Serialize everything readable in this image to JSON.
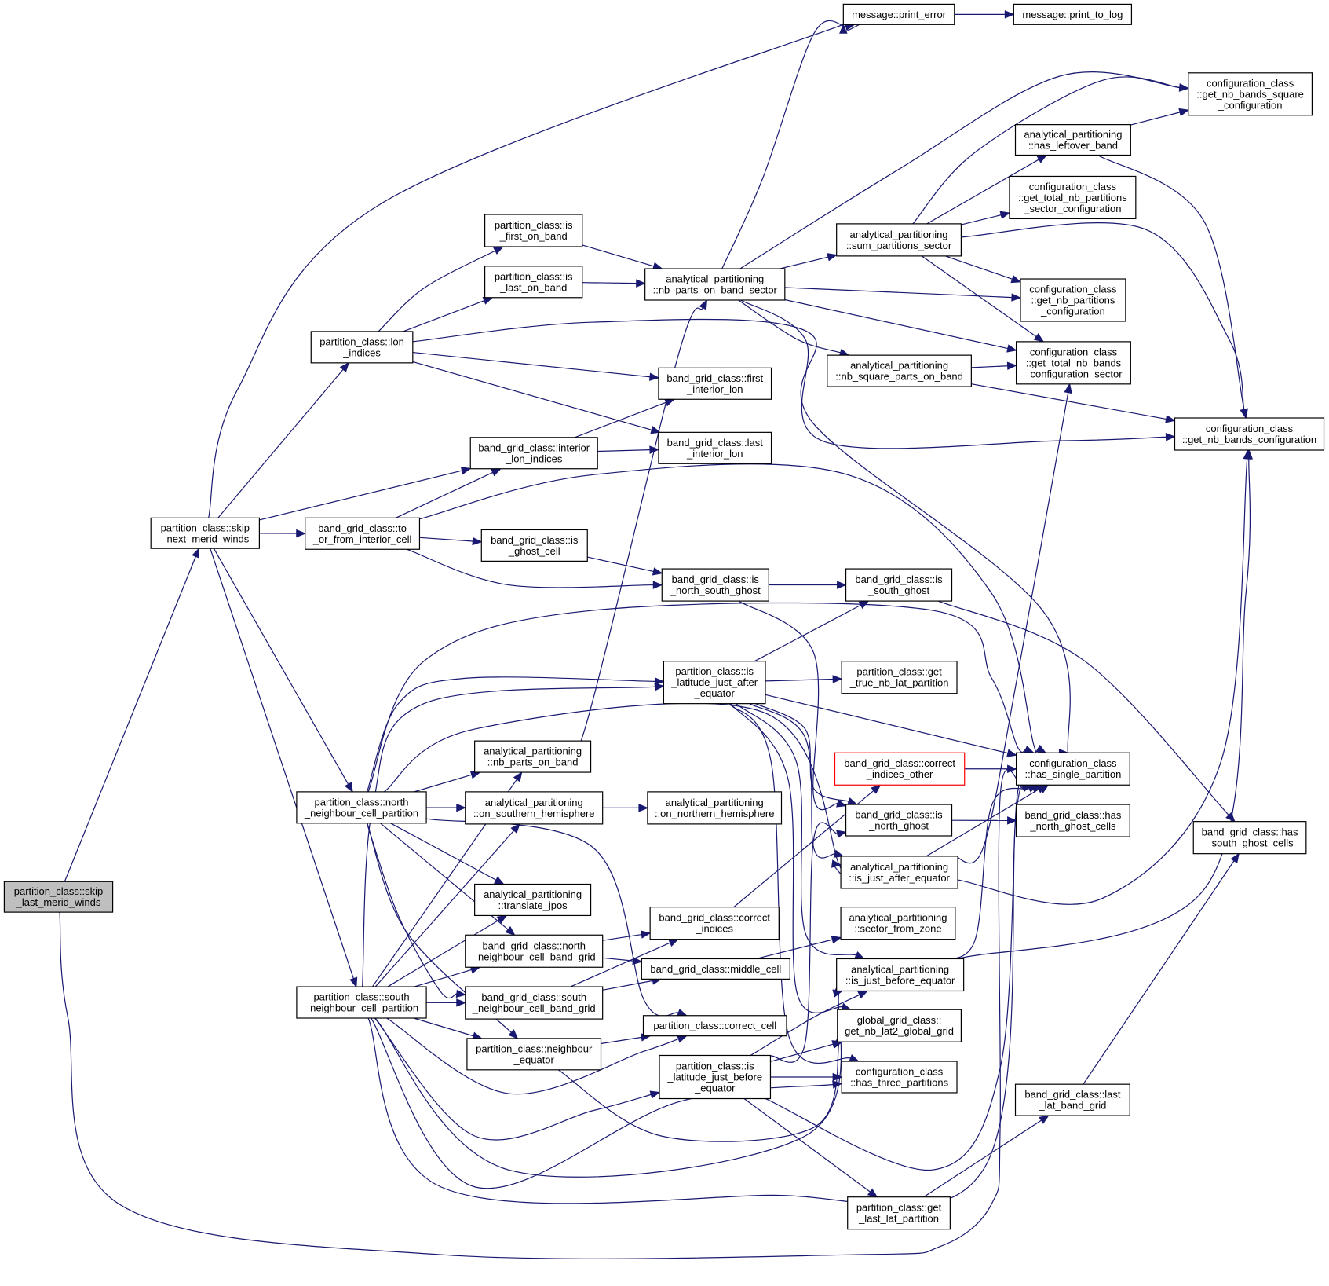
{
  "diagram": {
    "type": "call-graph",
    "edge_color": "#191970",
    "node_border_color": "#000000",
    "root_fill_color": "#bfbfbf",
    "highlight_border_color": "#ff0000",
    "nodes": [
      {
        "id": "skip_last",
        "lines": [
          "partition_class::skip",
          "_last_merid_winds"
        ],
        "style": "root"
      },
      {
        "id": "skip_next",
        "lines": [
          "partition_class::skip",
          "_next_merid_winds"
        ]
      },
      {
        "id": "lon_indices",
        "lines": [
          "partition_class::lon",
          "_indices"
        ]
      },
      {
        "id": "is_first_on_band",
        "lines": [
          "partition_class::is",
          "_first_on_band"
        ]
      },
      {
        "id": "is_last_on_band",
        "lines": [
          "partition_class::is",
          "_last_on_band"
        ]
      },
      {
        "id": "nb_parts_on_band_sector",
        "lines": [
          "analytical_partitioning",
          "::nb_parts_on_band_sector"
        ]
      },
      {
        "id": "print_error",
        "lines": [
          "message::print_error"
        ]
      },
      {
        "id": "print_to_log",
        "lines": [
          "message::print_to_log"
        ]
      },
      {
        "id": "get_nb_bands_square",
        "lines": [
          "configuration_class",
          "::get_nb_bands_square",
          "_configuration"
        ]
      },
      {
        "id": "has_leftover_band",
        "lines": [
          "analytical_partitioning",
          "::has_leftover_band"
        ]
      },
      {
        "id": "get_total_nb_partitions_sector",
        "lines": [
          "configuration_class",
          "::get_total_nb_partitions",
          "_sector_configuration"
        ]
      },
      {
        "id": "sum_partitions_sector",
        "lines": [
          "analytical_partitioning",
          "::sum_partitions_sector"
        ]
      },
      {
        "id": "get_nb_partitions",
        "lines": [
          "configuration_class",
          "::get_nb_partitions",
          "_configuration"
        ]
      },
      {
        "id": "nb_square_parts_on_band",
        "lines": [
          "analytical_partitioning",
          "::nb_square_parts_on_band"
        ]
      },
      {
        "id": "get_total_nb_bands_sector",
        "lines": [
          "configuration_class",
          "::get_total_nb_bands",
          "_configuration_sector"
        ]
      },
      {
        "id": "get_nb_bands_configuration",
        "lines": [
          "configuration_class",
          "::get_nb_bands_configuration"
        ]
      },
      {
        "id": "first_interior_lon",
        "lines": [
          "band_grid_class::first",
          "_interior_lon"
        ]
      },
      {
        "id": "last_interior_lon",
        "lines": [
          "band_grid_class::last",
          "_interior_lon"
        ]
      },
      {
        "id": "interior_lon_indices",
        "lines": [
          "band_grid_class::interior",
          "_lon_indices"
        ]
      },
      {
        "id": "to_or_from_interior_cell",
        "lines": [
          "band_grid_class::to",
          "_or_from_interior_cell"
        ]
      },
      {
        "id": "is_ghost_cell",
        "lines": [
          "band_grid_class::is",
          "_ghost_cell"
        ]
      },
      {
        "id": "is_north_south_ghost",
        "lines": [
          "band_grid_class::is",
          "_north_south_ghost"
        ]
      },
      {
        "id": "is_south_ghost",
        "lines": [
          "band_grid_class::is",
          "_south_ghost"
        ]
      },
      {
        "id": "is_latitude_just_after_equator",
        "lines": [
          "partition_class::is",
          "_latitude_just_after",
          "_equator"
        ]
      },
      {
        "id": "get_true_nb_lat_partition",
        "lines": [
          "partition_class::get",
          "_true_nb_lat_partition"
        ]
      },
      {
        "id": "nb_parts_on_band",
        "lines": [
          "analytical_partitioning",
          "::nb_parts_on_band"
        ]
      },
      {
        "id": "correct_indices_other",
        "lines": [
          "band_grid_class::correct",
          "_indices_other"
        ],
        "style": "red"
      },
      {
        "id": "has_single_partition",
        "lines": [
          "configuration_class",
          "::has_single_partition"
        ]
      },
      {
        "id": "north_neighbour_cell_partition",
        "lines": [
          "partition_class::north",
          "_neighbour_cell_partition"
        ]
      },
      {
        "id": "on_southern_hemisphere",
        "lines": [
          "analytical_partitioning",
          "::on_southern_hemisphere"
        ]
      },
      {
        "id": "on_northern_hemisphere",
        "lines": [
          "analytical_partitioning",
          "::on_northern_hemisphere"
        ]
      },
      {
        "id": "is_north_ghost",
        "lines": [
          "band_grid_class::is",
          "_north_ghost"
        ]
      },
      {
        "id": "has_north_ghost_cells",
        "lines": [
          "band_grid_class::has",
          "_north_ghost_cells"
        ]
      },
      {
        "id": "has_south_ghost_cells",
        "lines": [
          "band_grid_class::has",
          "_south_ghost_cells"
        ]
      },
      {
        "id": "is_just_after_equator",
        "lines": [
          "analytical_partitioning",
          "::is_just_after_equator"
        ]
      },
      {
        "id": "translate_jpos",
        "lines": [
          "analytical_partitioning",
          "::translate_jpos"
        ]
      },
      {
        "id": "correct_indices",
        "lines": [
          "band_grid_class::correct",
          "_indices"
        ]
      },
      {
        "id": "sector_from_zone",
        "lines": [
          "analytical_partitioning",
          "::sector_from_zone"
        ]
      },
      {
        "id": "north_neighbour_cell_band_grid",
        "lines": [
          "band_grid_class::north",
          "_neighbour_cell_band_grid"
        ]
      },
      {
        "id": "middle_cell",
        "lines": [
          "band_grid_class::middle_cell"
        ]
      },
      {
        "id": "is_just_before_equator",
        "lines": [
          "analytical_partitioning",
          "::is_just_before_equator"
        ]
      },
      {
        "id": "south_neighbour_cell_partition",
        "lines": [
          "partition_class::south",
          "_neighbour_cell_partition"
        ]
      },
      {
        "id": "south_neighbour_cell_band_grid",
        "lines": [
          "band_grid_class::south",
          "_neighbour_cell_band_grid"
        ]
      },
      {
        "id": "get_nb_lat2_global_grid",
        "lines": [
          "global_grid_class::",
          "get_nb_lat2_global_grid"
        ]
      },
      {
        "id": "correct_cell",
        "lines": [
          "partition_class::correct_cell"
        ]
      },
      {
        "id": "neighbour_equator",
        "lines": [
          "partition_class::neighbour",
          "_equator"
        ]
      },
      {
        "id": "is_latitude_just_before_equator",
        "lines": [
          "partition_class::is",
          "_latitude_just_before",
          "_equator"
        ]
      },
      {
        "id": "has_three_partitions",
        "lines": [
          "configuration_class",
          "::has_three_partitions"
        ]
      },
      {
        "id": "last_lat_band_grid",
        "lines": [
          "band_grid_class::last",
          "_lat_band_grid"
        ]
      },
      {
        "id": "get_last_lat_partition",
        "lines": [
          "partition_class::get",
          "_last_lat_partition"
        ]
      }
    ]
  }
}
